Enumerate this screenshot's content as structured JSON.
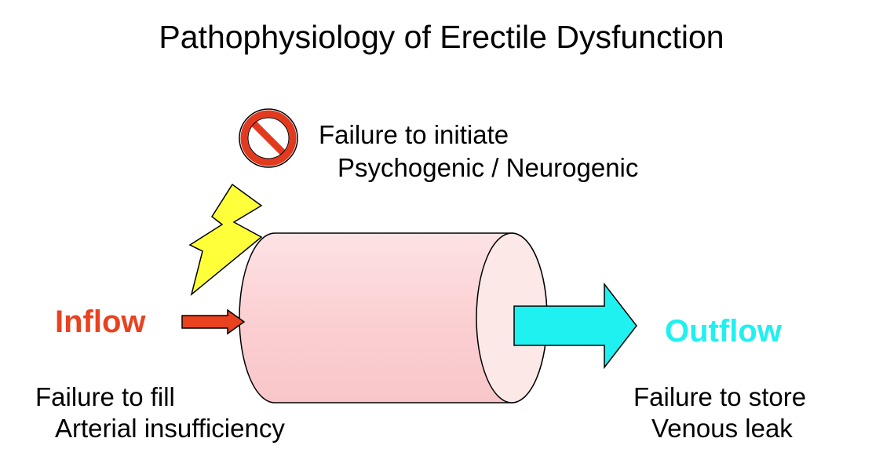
{
  "title": "Pathophysiology of Erectile Dysfunction",
  "initiate": {
    "heading": "Failure to initiate",
    "cause": "Psychogenic / Neurogenic"
  },
  "inflow": {
    "label": "Inflow",
    "heading": "Failure to fill",
    "cause": "Arterial insufficiency"
  },
  "outflow": {
    "label": "Outflow",
    "heading": "Failure to store",
    "cause": "Venous leak"
  },
  "colors": {
    "inflow": "#e8421f",
    "outflow": "#1ff0f0",
    "cylinder_fill": "#fbd3d5",
    "cylinder_cap": "#fde8e8",
    "bolt": "#ffff3a",
    "no_sign": "#e23a1f"
  },
  "icons": {
    "no_sign": "prohibition-icon",
    "bolt": "lightning-bolt-icon"
  }
}
